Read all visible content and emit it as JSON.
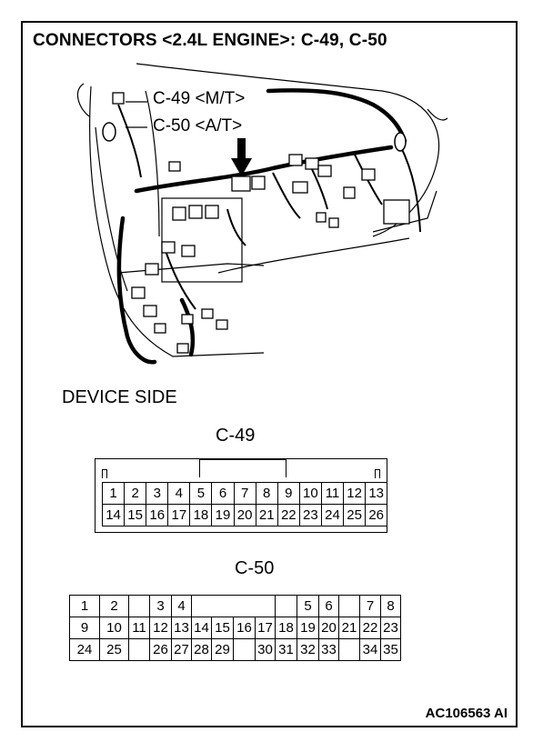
{
  "title": "CONNECTORS <2.4L ENGINE>: C-49, C-50",
  "callouts": {
    "c49": "C-49 <M/T>",
    "c50": "C-50 <A/T>"
  },
  "device_side": "DEVICE SIDE",
  "c49": {
    "label": "C-49",
    "row1": [
      "1",
      "2",
      "3",
      "4",
      "5",
      "6",
      "7",
      "8",
      "9",
      "10",
      "11",
      "12",
      "13"
    ],
    "row2": [
      "14",
      "15",
      "16",
      "17",
      "18",
      "19",
      "20",
      "21",
      "22",
      "23",
      "24",
      "25",
      "26"
    ]
  },
  "c50": {
    "label": "C-50",
    "row1": [
      "1",
      "2",
      "",
      "3",
      "4",
      "",
      "",
      "",
      "",
      "",
      "5",
      "6",
      "",
      "7",
      "8"
    ],
    "row2": [
      "9",
      "10",
      "11",
      "12",
      "13",
      "14",
      "15",
      "16",
      "17",
      "18",
      "19",
      "20",
      "21",
      "22",
      "23"
    ],
    "row3": [
      "24",
      "25",
      "",
      "26",
      "27",
      "28",
      "29",
      "",
      "30",
      "31",
      "32",
      "33",
      "",
      "34",
      "35"
    ]
  },
  "reference": "AC106563 AI"
}
